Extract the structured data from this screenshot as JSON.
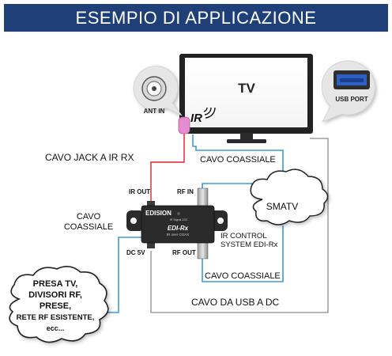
{
  "header": {
    "title": "ESEMPIO DI APPLICAZIONE"
  },
  "tv": {
    "label": "TV",
    "ir_logo": "IR"
  },
  "bubbles": {
    "ant_in": "ANT IN",
    "usb_port": "USB PORT",
    "presa_lines": [
      "PRESA TV,",
      "DIVISORI RF,",
      "PRESE,",
      "RETE RF ESISTENTE,",
      "ecc..."
    ]
  },
  "cloud": {
    "label": "SMATV"
  },
  "device": {
    "brand": "EDISION",
    "model": "EDI-Rx",
    "tagline": "IR over COAX",
    "led_label": "IR Signal LED",
    "ports": {
      "ir_out": "IR OUT",
      "rf_in": "RF IN",
      "dc_5v": "DC 5V",
      "rf_out": "RF OUT"
    },
    "system_lines": [
      "IR CONTROL",
      "SYSTEM EDI-Rx"
    ]
  },
  "cables": {
    "jack_ir_rx": "CAVO JACK A IR RX",
    "coax_top": "CAVO COASSIALE",
    "coax_left_lines": [
      "CAVO",
      "COASSIALE"
    ],
    "coax_bottom": "CAVO COASSIALE",
    "usb_dc": "CAVO DA USB A DC"
  },
  "colors": {
    "banner": "#1f3f78",
    "coax": "#3a9ad9",
    "jack": "#e0202a",
    "usb": "#8a8a8a",
    "device": "#2b2b2b",
    "jack_plug": "#e58bd0"
  }
}
